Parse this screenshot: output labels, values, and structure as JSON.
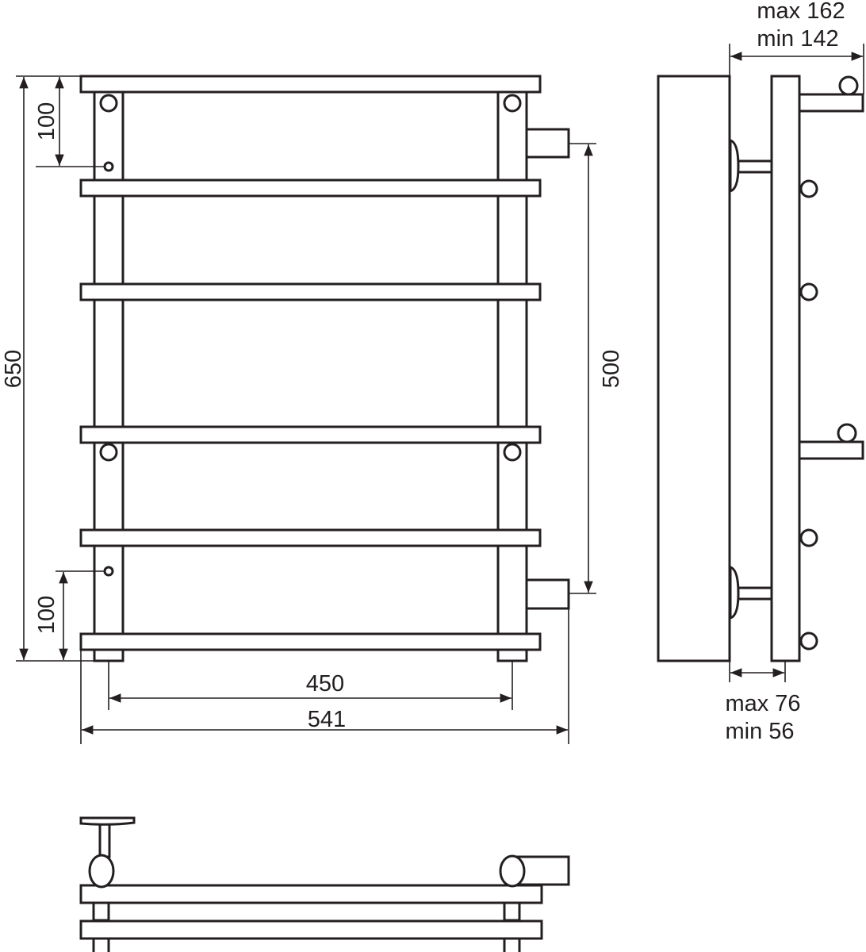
{
  "dimensions": {
    "height_total": "650",
    "top_offset": "100",
    "bottom_offset": "100",
    "connection_spacing": "500",
    "axis_width": "450",
    "overall_width": "541",
    "depth_max": "max 162",
    "depth_min": "min 142",
    "wall_gap_max": "max 76",
    "wall_gap_min": "min 56"
  },
  "colors": {
    "line": "#231f20",
    "background": "#ffffff"
  }
}
